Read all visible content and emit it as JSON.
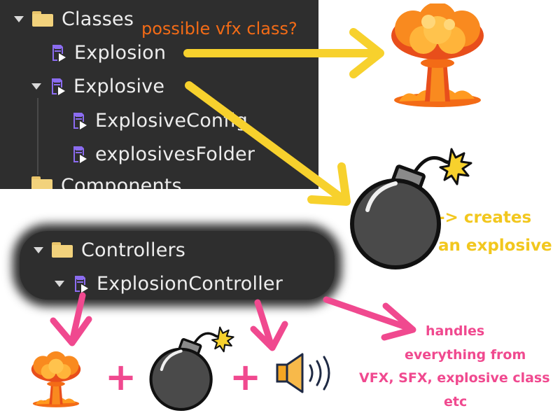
{
  "explorer_top": {
    "items": [
      {
        "label": "Classes"
      },
      {
        "label": "Explosion"
      },
      {
        "label": "Explosive"
      },
      {
        "label": "ExplosiveConfig"
      },
      {
        "label": "explosivesFolder"
      },
      {
        "label": "Components"
      }
    ]
  },
  "explorer_bottom": {
    "items": [
      {
        "label": "Controllers"
      },
      {
        "label": "ExplosionController"
      }
    ]
  },
  "annotations": {
    "vfx_question": "possible vfx class?",
    "creates_line1": "-> creates",
    "creates_line2": "an explosive",
    "handles_line1": "handles",
    "handles_line2": "everything from",
    "handles_line3": "VFX, SFX, explosive class",
    "handles_line4": "etc",
    "plus": "+"
  },
  "icons": [
    "folder-icon",
    "script-icon",
    "explosion-cloud-icon",
    "bomb-icon",
    "speaker-icon",
    "arrow"
  ],
  "colors": {
    "panel_bg": "#2e2e2e",
    "folder": "#f2d27c",
    "script": "#8b6cf0",
    "yellow_arrow": "#f7d12d",
    "pink": "#f0498f",
    "orange_text": "#f36b16",
    "annotation_yellow": "#f2c71e"
  }
}
